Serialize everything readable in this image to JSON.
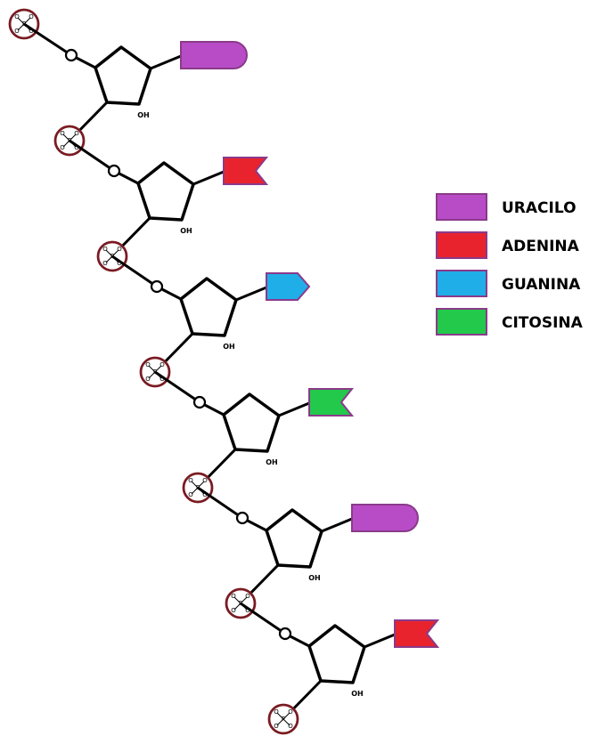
{
  "colors": {
    "uracilo": "#b84cc6",
    "adenina": "#e8232e",
    "guanina": "#1faee8",
    "citosina": "#22c94a",
    "outline": "#8a3a8a",
    "phosphate_ring": "#7a1b22"
  },
  "phosphate": {
    "p": "P",
    "o": "O"
  },
  "sugar": {
    "oh": "OH"
  },
  "strand": [
    {
      "base": "uracilo",
      "shape": "round"
    },
    {
      "base": "adenina",
      "shape": "notch"
    },
    {
      "base": "guanina",
      "shape": "arrow"
    },
    {
      "base": "citosina",
      "shape": "notch"
    },
    {
      "base": "uracilo",
      "shape": "round"
    },
    {
      "base": "adenina",
      "shape": "notch"
    }
  ],
  "legend": [
    {
      "key": "uracilo",
      "label": "URACILO"
    },
    {
      "key": "adenina",
      "label": "ADENINA"
    },
    {
      "key": "guanina",
      "label": "GUANINA"
    },
    {
      "key": "citosina",
      "label": "CITOSINA"
    }
  ]
}
